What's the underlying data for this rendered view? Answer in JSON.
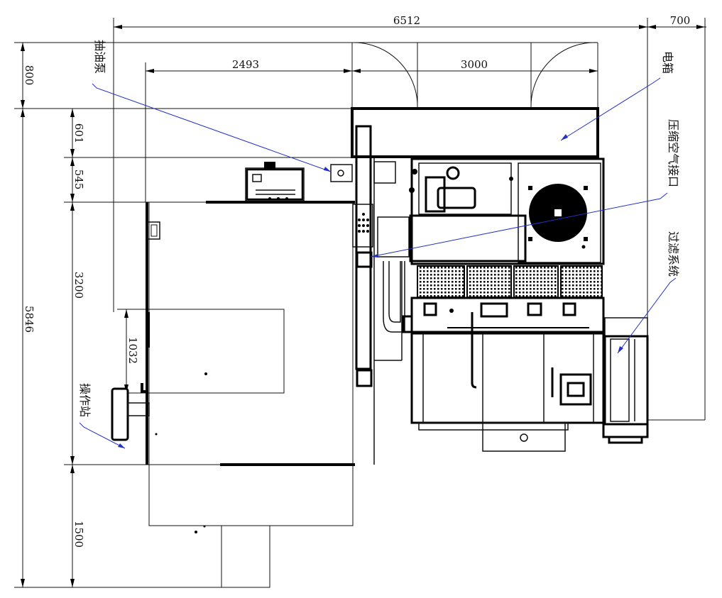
{
  "dimensions": {
    "total_width": "6512",
    "electrical_box_offset": "700",
    "left_section_width": "2493",
    "right_section_width": "3000",
    "door_clearance": "800",
    "total_depth": "5846",
    "depth_segment_1": "601",
    "depth_segment_2": "545",
    "main_body_depth": "3200",
    "operator_station_width": "1032",
    "front_extension": "1500"
  },
  "labels": {
    "oil_pump": "抽油泵",
    "electrical_box": "电箱",
    "compressed_air_inlet": "压缩空气接口",
    "filter_system": "过滤系统",
    "operator_station": "操作站"
  },
  "colors": {
    "line": "#000000",
    "leader": "#2330c8",
    "background": "#ffffff"
  }
}
